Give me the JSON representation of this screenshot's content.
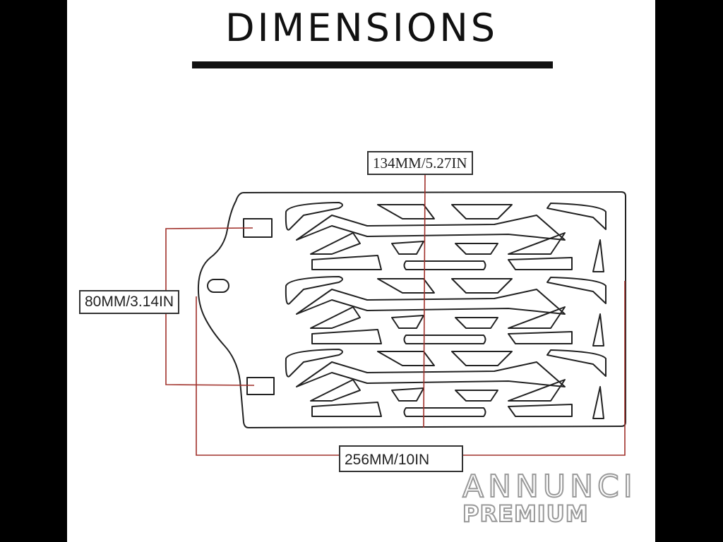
{
  "title": "DIMENSIONS",
  "dimensions": {
    "width_label": "134MM/5.27IN",
    "height_label": "80MM/3.14IN",
    "length_label": "256MM/10IN"
  },
  "watermark": {
    "line1": "ANNUNCI",
    "line2": "PREMIUM"
  },
  "colors": {
    "outline": "#222222",
    "dimension_line": "#a0302a",
    "background": "#ffffff",
    "frame": "#000000"
  }
}
